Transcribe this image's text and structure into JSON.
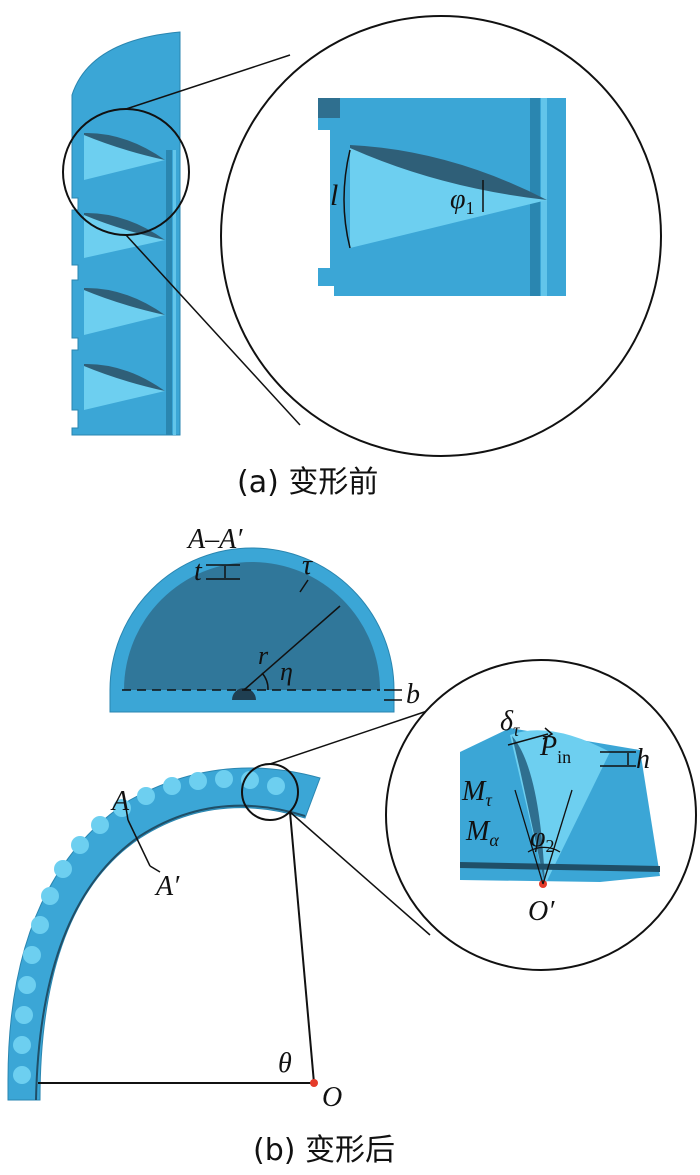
{
  "captions": {
    "a": "(a)  变形前",
    "b": "(b)  变形后"
  },
  "labels": {
    "l": "l",
    "phi1": "φ",
    "phi1_sub": "1",
    "section": "A–A′",
    "t": "t",
    "tau": "τ",
    "r": "r",
    "eta": "η",
    "b": "b",
    "delta": "δ",
    "delta_sub": "τ",
    "pin": "P",
    "pin_sub": "in",
    "h": "h",
    "mtau": "M",
    "mtau_sub": "τ",
    "malpha": "M",
    "malpha_sub": "α",
    "phi2": "φ",
    "phi2_sub": "2",
    "oprime": "O′",
    "A": "A",
    "Aprime": "A′",
    "theta": "θ",
    "O": "O"
  },
  "colors": {
    "body": "#3ba6d6",
    "light": "#62c5ea",
    "dark": "#2f6f8f",
    "edge": "#1f4f68",
    "point": "#e53b2a"
  }
}
